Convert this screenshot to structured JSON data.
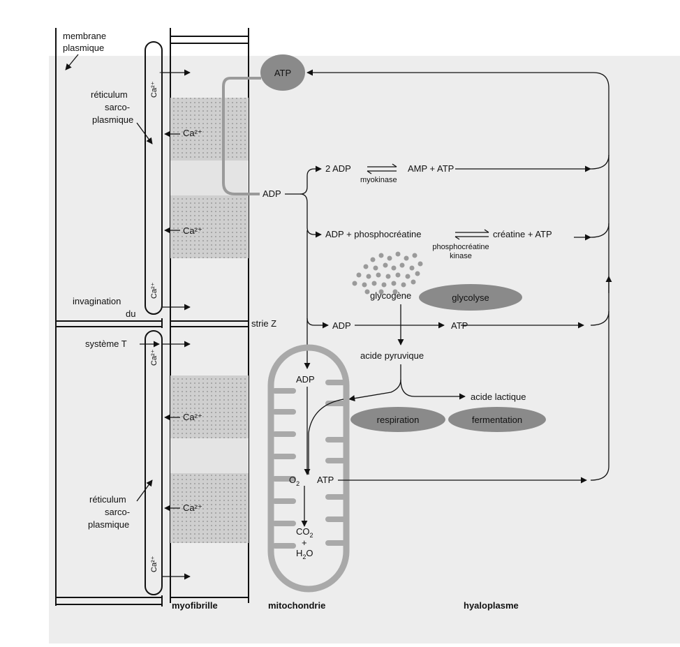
{
  "labels": {
    "membrane": "membrane",
    "plasmique": "plasmique",
    "reticulum1": "réticulum",
    "sarco1": "sarco-",
    "plasmique1": "plasmique",
    "invagination": "invagination",
    "du": "du",
    "systeme_t": "système T",
    "reticulum2": "réticulum",
    "sarco2": "sarco-",
    "plasmique2": "plasmique",
    "strie_z": "strie Z",
    "ca_vert": "Ca²⁺",
    "ca": "Ca²⁺"
  },
  "reactions": {
    "atp": "ATP",
    "adp": "ADP",
    "two_adp": "2 ADP",
    "amp_atp": "AMP + ATP",
    "myokinase": "myokinase",
    "adp_phospho": "ADP + phosphocréatine",
    "creatine_atp": "créatine + ATP",
    "phospho_kinase_1": "phosphocréatine",
    "phospho_kinase_2": "kinase",
    "glycogene": "glycogène",
    "glycolyse": "glycolyse",
    "adp2": "ADP",
    "atp2": "ATP",
    "acide_pyruvique": "acide  pyruvique",
    "acide_lactique": "acide lactique",
    "respiration": "respiration",
    "fermentation": "fermentation",
    "mito_adp": "ADP",
    "o2": "O",
    "o2_sub": "2",
    "mito_atp": "ATP",
    "co2": "CO",
    "co2_sub": "2",
    "plus": "+",
    "h2o": "H",
    "h2o_sub": "2",
    "h2o_o": "O"
  },
  "captions": {
    "myofibrille": "myofibrille",
    "mitochondrie": "mitochondrie",
    "hyaloplasme": "hyaloplasme"
  },
  "colors": {
    "ellipse_fill": "#8a8a8a",
    "mito_stroke": "#a9a9a9",
    "band_dark": "#bdbdbd",
    "band_light": "#dcdcdc",
    "background_faded": "#ededed",
    "line": "#111111"
  }
}
